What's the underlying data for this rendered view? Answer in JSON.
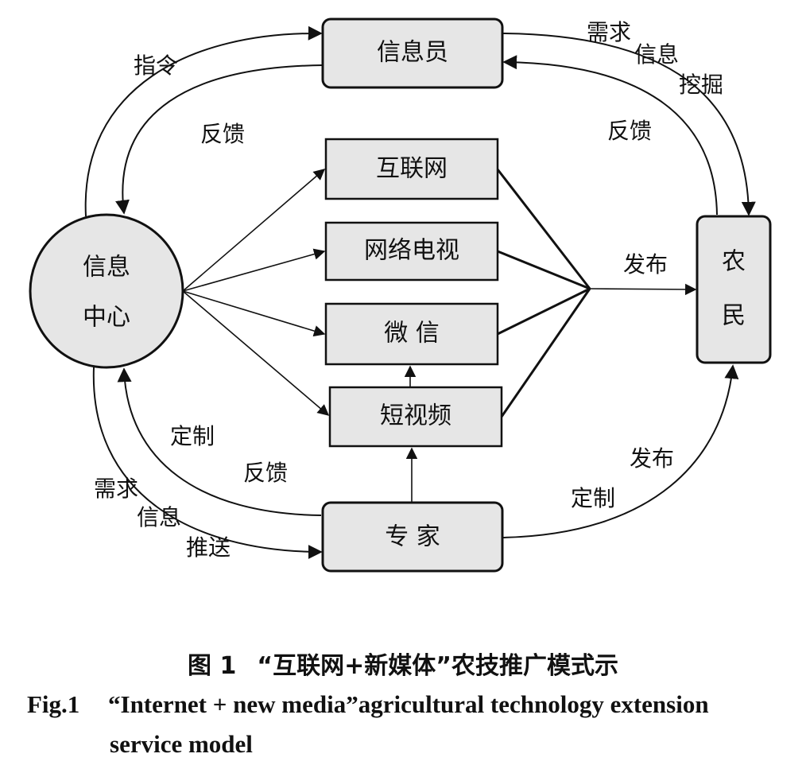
{
  "nodes": {
    "info_center_line1": "信息",
    "info_center_line2": "中心",
    "informant": "信息员",
    "internet": "互联网",
    "network_tv": "网络电视",
    "wechat": "微 信",
    "short_video": "短视频",
    "expert": "专   家",
    "farmer_line1": "农",
    "farmer_line2": "民"
  },
  "edge_labels": {
    "command": "指令",
    "feedback_left_top": "反馈",
    "need_1": "需求",
    "need_2": "信息",
    "need_3": "挖掘",
    "feedback_right_top": "反馈",
    "publish_middle": "发布",
    "customize_left": "定制",
    "feedback_left_bottom": "反馈",
    "push_1": "需求",
    "push_2": "信息",
    "push_3": "推送",
    "publish_bottom": "发布",
    "customize_bottom": "定制"
  },
  "caption": {
    "cn_number": "图 1",
    "cn_title": "“互联网+新媒体”农技推广模式示",
    "en_number": "Fig.1",
    "en_line1": "“Internet + new media”agricultural technology extension",
    "en_line2": "service model"
  }
}
